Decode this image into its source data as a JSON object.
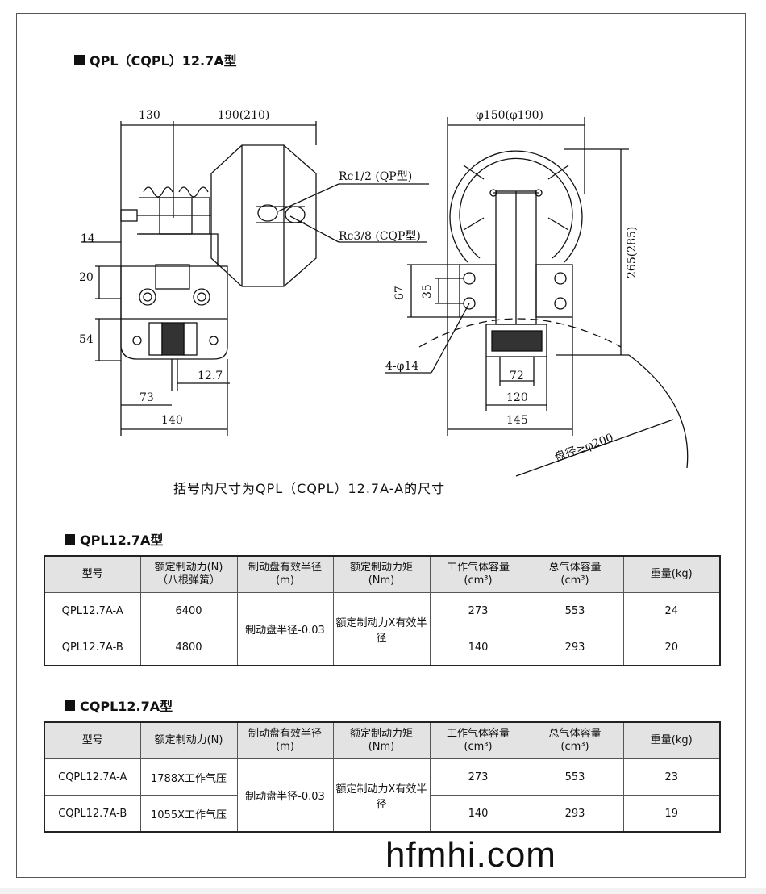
{
  "header_title": "QPL（CQPL）12.7A型",
  "drawing": {
    "dims": {
      "d130": "130",
      "d190": "190(210)",
      "d14": "14",
      "d20": "20",
      "d54": "54",
      "d12_7": "12.7",
      "d73": "73",
      "d140": "140",
      "rc12": "Rc1/2 (QP型)",
      "rc38": "Rc3/8 (CQP型)",
      "phi150": "φ150(φ190)",
      "d265": "265(285)",
      "d67": "67",
      "d35": "35",
      "hole": "4-φ14",
      "d72": "72",
      "d120": "120",
      "d145": "145",
      "disc": "盘径≥φ200"
    },
    "caption": "括号内尺寸为QPL（CQPL）12.7A-A的尺寸"
  },
  "table1": {
    "title": "QPL12.7A型",
    "headers": [
      "型号",
      "额定制动力(N)\n（八根弹簧）",
      "制动盘有效半径\n(m)",
      "额定制动力矩\n(Nm)",
      "工作气体容量\n(cm³)",
      "总气体容量\n(cm³)",
      "重量(kg)"
    ],
    "rows": [
      {
        "model": "QPL12.7A-A",
        "force": "6400",
        "gas_work": "273",
        "gas_total": "553",
        "weight": "24"
      },
      {
        "model": "QPL12.7A-B",
        "force": "4800",
        "gas_work": "140",
        "gas_total": "293",
        "weight": "20"
      }
    ],
    "radius": "制动盘半径-0.03",
    "torque": "额定制动力X有效半径"
  },
  "table2": {
    "title": "CQPL12.7A型",
    "headers": [
      "型号",
      "额定制动力(N)",
      "制动盘有效半径\n(m)",
      "额定制动力矩\n(Nm)",
      "工作气体容量\n(cm³)",
      "总气体容量\n(cm³)",
      "重量(kg)"
    ],
    "rows": [
      {
        "model": "CQPL12.7A-A",
        "force": "1788X工作气压",
        "gas_work": "273",
        "gas_total": "553",
        "weight": "23"
      },
      {
        "model": "CQPL12.7A-B",
        "force": "1055X工作气压",
        "gas_work": "140",
        "gas_total": "293",
        "weight": "19"
      }
    ],
    "radius": "制动盘半径-0.03",
    "torque": "额定制动力X有效半径"
  },
  "website": "hfmhi.com"
}
